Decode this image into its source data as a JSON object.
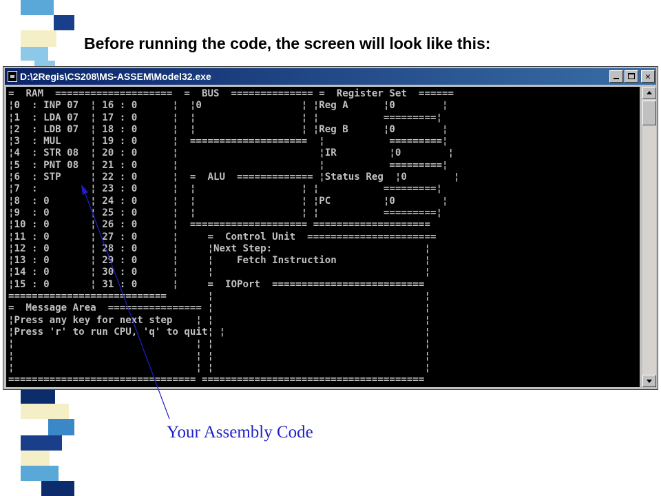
{
  "slide": {
    "heading": "Before running the code, the screen will look like this:",
    "caption": "Your Assembly Code"
  },
  "window": {
    "title": "D:\\2Regis\\CS208\\MS-ASSEM\\Model32.exe",
    "minimize_glyph": "_",
    "close_glyph": "✕"
  },
  "console": {
    "lines": [
      "=  RAM  ====================  =  BUS  ============== =  Register Set  ======",
      "¦0  : INP 07  ¦ 16 : 0      ¦  ¦0                 ¦ ¦Reg A      ¦0        ¦",
      "¦1  : LDA 07  ¦ 17 : 0      ¦  ¦                  ¦ ¦           =========¦",
      "¦2  : LDB 07  ¦ 18 : 0      ¦  ¦                  ¦ ¦Reg B      ¦0        ¦",
      "¦3  : MUL     ¦ 19 : 0      ¦  ====================  ¦           =========¦",
      "¦4  : STR 08  ¦ 20 : 0      ¦                        ¦IR         ¦0        ¦",
      "¦5  : PNT 08  ¦ 21 : 0      ¦                        ¦           =========¦",
      "¦6  : STP     ¦ 22 : 0      ¦  =  ALU  ============= ¦Status Reg  ¦0        ¦",
      "¦7  :         ¦ 23 : 0      ¦  ¦                  ¦ ¦           =========¦",
      "¦8  : 0       ¦ 24 : 0      ¦  ¦                  ¦ ¦PC         ¦0        ¦",
      "¦9  : 0       ¦ 25 : 0      ¦  ¦                  ¦ ¦           =========¦",
      "¦10 : 0       ¦ 26 : 0      ¦  ==================== ====================",
      "¦11 : 0       ¦ 27 : 0      ¦     =  Control Unit  ======================",
      "¦12 : 0       ¦ 28 : 0      ¦     ¦Next Step:                          ¦",
      "¦13 : 0       ¦ 29 : 0      ¦     ¦    Fetch Instruction               ¦",
      "¦14 : 0       ¦ 30 : 0      ¦     ¦                                    ¦",
      "¦15 : 0       ¦ 31 : 0      ¦     =  IOPort  ==========================",
      "===========================       ¦                                    ¦",
      "=  Message Area  ================ ¦                                    ¦",
      "¦Press any key for next step    ¦ ¦                                    ¦",
      "¦Press 'r' to run CPU, 'q' to quit¦ ¦                                  ¦",
      "¦                               ¦ ¦                                    ¦",
      "¦                               ¦ ¦                                    ¦",
      "¦                               ¦ ¦                                    ¦",
      "================================ ======================================"
    ]
  },
  "colors": {
    "title_bar_start": "#0a246a",
    "title_bar_end": "#3a6ea5",
    "console_bg": "#000000",
    "console_text": "#c0c0c0",
    "caption": "#2020c8",
    "pointer_line": "#2020c8"
  },
  "stripe": [
    {
      "color": "#5aa8d8"
    },
    {
      "color": "#1a3f8a"
    },
    {
      "color": "#f5efc8"
    },
    {
      "color": "#8ec8e8"
    },
    {
      "color": "#0c2c6c"
    },
    {
      "color": "#f5efc8"
    },
    {
      "color": "#3a88c8"
    },
    {
      "color": "#1a3f8a"
    },
    {
      "color": "#f5efc8"
    },
    {
      "color": "#5aa8d8"
    },
    {
      "color": "#0c2c6c"
    },
    {
      "color": "#8ec8e8"
    }
  ]
}
